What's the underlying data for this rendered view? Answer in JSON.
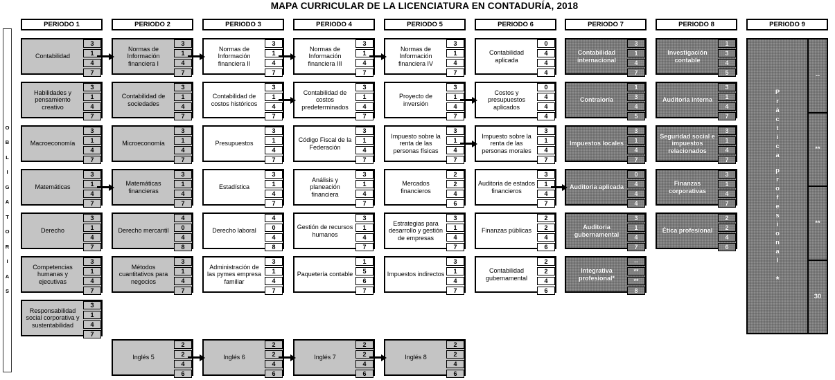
{
  "title": "MAPA CURRICULAR DE LA LICENCIATURA EN CONTADURÍA, 2018",
  "obligatorias_label": "OBLIGATORIAS",
  "colors": {
    "box_light": "#c4c4c4",
    "box_white": "#ffffff",
    "box_dark": "#7b7b7b",
    "border": "#000000",
    "dark_text": "#ffffff"
  },
  "periods": [
    {
      "label": "PERIODO 1",
      "theme": "light",
      "courses": [
        {
          "row": 0,
          "name": "Contabilidad",
          "credits": [
            "3",
            "1",
            "4",
            "7"
          ]
        },
        {
          "row": 1,
          "name": "Habilidades y pensamiento creativo",
          "credits": [
            "3",
            "1",
            "4",
            "7"
          ]
        },
        {
          "row": 2,
          "name": "Macroeconomía",
          "credits": [
            "3",
            "1",
            "4",
            "7"
          ]
        },
        {
          "row": 3,
          "name": "Matemáticas",
          "credits": [
            "3",
            "1",
            "4",
            "7"
          ]
        },
        {
          "row": 4,
          "name": "Derecho",
          "credits": [
            "3",
            "1",
            "4",
            "7"
          ]
        },
        {
          "row": 5,
          "name": "Competencias humanas y ejecutivas",
          "credits": [
            "3",
            "1",
            "4",
            "7"
          ]
        },
        {
          "row": 6,
          "name": "Responsabilidad social corporativa y sustentabilidad",
          "credits": [
            "3",
            "1",
            "4",
            "7"
          ]
        }
      ]
    },
    {
      "label": "PERIODO 2",
      "theme": "light",
      "courses": [
        {
          "row": 0,
          "name": "Normas de Información financiera I",
          "credits": [
            "3",
            "1",
            "4",
            "7"
          ]
        },
        {
          "row": 1,
          "name": "Contabilidad de sociedades",
          "credits": [
            "3",
            "1",
            "4",
            "7"
          ]
        },
        {
          "row": 2,
          "name": "Microeconomía",
          "credits": [
            "3",
            "1",
            "4",
            "7"
          ]
        },
        {
          "row": 3,
          "name": "Matemáticas financieras",
          "credits": [
            "3",
            "1",
            "4",
            "7"
          ]
        },
        {
          "row": 4,
          "name": "Derecho mercantil",
          "credits": [
            "4",
            "0",
            "4",
            "8"
          ]
        },
        {
          "row": 5,
          "name": "Métodos cuantitativos para negocios",
          "credits": [
            "3",
            "1",
            "4",
            "7"
          ]
        }
      ]
    },
    {
      "label": "PERIODO 3",
      "theme": "white",
      "courses": [
        {
          "row": 0,
          "name": "Normas de Información financiera II",
          "credits": [
            "3",
            "1",
            "4",
            "7"
          ]
        },
        {
          "row": 1,
          "name": "Contabilidad de costos históricos",
          "credits": [
            "3",
            "1",
            "4",
            "7"
          ]
        },
        {
          "row": 2,
          "name": "Presupuestos",
          "credits": [
            "3",
            "1",
            "4",
            "7"
          ]
        },
        {
          "row": 3,
          "name": "Estadística",
          "credits": [
            "3",
            "1",
            "4",
            "7"
          ]
        },
        {
          "row": 4,
          "name": "Derecho laboral",
          "credits": [
            "4",
            "0",
            "4",
            "8"
          ]
        },
        {
          "row": 5,
          "name": "Administración de las pymes empresa familiar",
          "credits": [
            "3",
            "1",
            "4",
            "7"
          ]
        }
      ]
    },
    {
      "label": "PERIODO 4",
      "theme": "white",
      "courses": [
        {
          "row": 0,
          "name": "Normas de Información financiera III",
          "credits": [
            "3",
            "1",
            "4",
            "7"
          ]
        },
        {
          "row": 1,
          "name": "Contabilidad de costos predeterminados",
          "credits": [
            "3",
            "1",
            "4",
            "7"
          ]
        },
        {
          "row": 2,
          "name": "Código Fiscal de la Federación",
          "credits": [
            "3",
            "1",
            "4",
            "7"
          ]
        },
        {
          "row": 3,
          "name": "Análisis y planeación financiera",
          "credits": [
            "3",
            "1",
            "4",
            "7"
          ]
        },
        {
          "row": 4,
          "name": "Gestión de recursos humanos",
          "credits": [
            "3",
            "1",
            "4",
            "7"
          ]
        },
        {
          "row": 5,
          "name": "Paquetería contable",
          "credits": [
            "1",
            "5",
            "6",
            "7"
          ]
        }
      ]
    },
    {
      "label": "PERIODO 5",
      "theme": "white",
      "courses": [
        {
          "row": 0,
          "name": "Normas de Información financiera IV",
          "credits": [
            "3",
            "1",
            "4",
            "7"
          ]
        },
        {
          "row": 1,
          "name": "Proyecto de inversión",
          "credits": [
            "3",
            "1",
            "4",
            "7"
          ]
        },
        {
          "row": 2,
          "name": "Impuesto sobre la renta de las personas físicas",
          "credits": [
            "3",
            "1",
            "4",
            "7"
          ]
        },
        {
          "row": 3,
          "name": "Mercados financieros",
          "credits": [
            "2",
            "2",
            "4",
            "6"
          ]
        },
        {
          "row": 4,
          "name": "Estrategias para desarrollo y gestión de empresas",
          "credits": [
            "3",
            "1",
            "4",
            "7"
          ]
        },
        {
          "row": 5,
          "name": "Impuestos indirectos",
          "credits": [
            "3",
            "1",
            "4",
            "7"
          ]
        }
      ]
    },
    {
      "label": "PERIODO 6",
      "theme": "white",
      "courses": [
        {
          "row": 0,
          "name": "Contabilidad aplicada",
          "credits": [
            "0",
            "4",
            "4",
            "4"
          ]
        },
        {
          "row": 1,
          "name": "Costos y presupuestos aplicados",
          "credits": [
            "0",
            "4",
            "4",
            "4"
          ]
        },
        {
          "row": 2,
          "name": "Impuesto sobre la renta de las personas morales",
          "credits": [
            "3",
            "1",
            "4",
            "7"
          ]
        },
        {
          "row": 3,
          "name": "Auditoria de estados financieros",
          "credits": [
            "3",
            "1",
            "4",
            "7"
          ]
        },
        {
          "row": 4,
          "name": "Finanzas públicas",
          "credits": [
            "2",
            "2",
            "4",
            "6"
          ]
        },
        {
          "row": 5,
          "name": "Contabilidad gubernamental",
          "credits": [
            "2",
            "2",
            "4",
            "6"
          ]
        }
      ]
    },
    {
      "label": "PERIODO 7",
      "theme": "dark",
      "courses": [
        {
          "row": 0,
          "name": "Contabilidad internacional",
          "credits": [
            "3",
            "1",
            "4",
            "7"
          ]
        },
        {
          "row": 1,
          "name": "Contraloría",
          "credits": [
            "1",
            "3",
            "4",
            "5"
          ]
        },
        {
          "row": 2,
          "name": "Impuestos locales",
          "credits": [
            "3",
            "1",
            "4",
            "7"
          ]
        },
        {
          "row": 3,
          "name": "Auditoria aplicada",
          "credits": [
            "0",
            "4",
            "4",
            "4"
          ]
        },
        {
          "row": 4,
          "name": "Auditoria gubernamental",
          "credits": [
            "3",
            "1",
            "4",
            "7"
          ]
        },
        {
          "row": 5,
          "name": "Integrativa profesional*",
          "credits": [
            "--",
            "**",
            "**",
            "8"
          ]
        }
      ]
    },
    {
      "label": "PERIODO 8",
      "theme": "dark",
      "courses": [
        {
          "row": 0,
          "name": "Investigación contable",
          "credits": [
            "1",
            "3",
            "4",
            "5"
          ]
        },
        {
          "row": 1,
          "name": "Auditoria interna",
          "credits": [
            "3",
            "1",
            "4",
            "7"
          ]
        },
        {
          "row": 2,
          "name": "Seguridad social e impuestos relacionados",
          "credits": [
            "3",
            "1",
            "4",
            "7"
          ]
        },
        {
          "row": 3,
          "name": "Finanzas corporativas",
          "credits": [
            "3",
            "1",
            "4",
            "7"
          ]
        },
        {
          "row": 4,
          "name": "Ética profesional",
          "credits": [
            "2",
            "2",
            "4",
            "6"
          ]
        }
      ]
    },
    {
      "label": "PERIODO 9",
      "theme": "dark",
      "practice": {
        "vertical_label": "Práctica profesional",
        "footnote": "*",
        "credits": [
          "--",
          "**",
          "**",
          "30"
        ]
      }
    }
  ],
  "english_courses": [
    {
      "col": 1,
      "name": "Inglés 5",
      "credits": [
        "2",
        "2",
        "4",
        "6"
      ]
    },
    {
      "col": 2,
      "name": "Inglés 6",
      "credits": [
        "2",
        "2",
        "4",
        "6"
      ]
    },
    {
      "col": 3,
      "name": "Inglés 7",
      "credits": [
        "2",
        "2",
        "4",
        "6"
      ]
    },
    {
      "col": 4,
      "name": "Inglés 8",
      "credits": [
        "2",
        "2",
        "4",
        "6"
      ]
    }
  ],
  "arrows": [
    {
      "from_col": 0,
      "row": 0
    },
    {
      "from_col": 1,
      "row": 0
    },
    {
      "from_col": 2,
      "row": 0
    },
    {
      "from_col": 3,
      "row": 0
    },
    {
      "from_col": 2,
      "row": 1
    },
    {
      "from_col": 4,
      "row": 1
    },
    {
      "from_col": 4,
      "row": 2
    },
    {
      "from_col": 0,
      "row": 3
    },
    {
      "from_col": 5,
      "row": 3
    },
    {
      "from_col": 1,
      "row": "english"
    },
    {
      "from_col": 2,
      "row": "english"
    },
    {
      "from_col": 3,
      "row": "english"
    }
  ]
}
